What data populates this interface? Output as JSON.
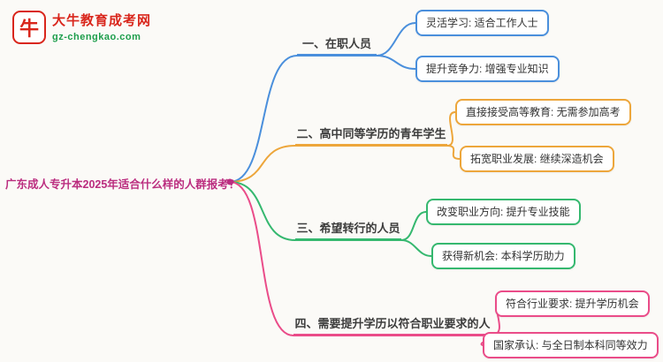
{
  "page": {
    "background": "#fbfaf7"
  },
  "logo": {
    "icon_glyph": "牛",
    "brand": "大牛教育成考网",
    "domain": "gz-chengkao.com",
    "brand_color": "#d9261c",
    "domain_color": "#1e9e4c"
  },
  "root": {
    "label": "广东成人专升本2025年适合什么样的人群报考？",
    "color": "#bb2d7f"
  },
  "branches": [
    {
      "label": "一、在职人员",
      "color": "#4a8fdc",
      "children": [
        "灵活学习: 适合工作人士",
        "提升竞争力: 增强专业知识"
      ]
    },
    {
      "label": "二、高中同等学历的青年学生",
      "color": "#eda63b",
      "children": [
        "直接接受高等教育: 无需参加高考",
        "拓宽职业发展: 继续深造机会"
      ]
    },
    {
      "label": "三、希望转行的人员",
      "color": "#35b86f",
      "children": [
        "改变职业方向: 提升专业技能",
        "获得新机会: 本科学历助力"
      ]
    },
    {
      "label": "四、需要提升学历以符合职业要求的人",
      "color": "#ea4c89",
      "children": [
        "符合行业要求: 提升学历机会",
        "国家承认: 与全日制本科同等效力"
      ]
    }
  ]
}
